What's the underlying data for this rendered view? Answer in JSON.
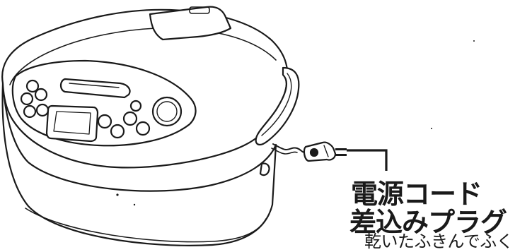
{
  "callout": {
    "title_line1": "電源コード",
    "title_line2": "差込みプラグ",
    "note": "乾いたふきんでふく"
  },
  "colors": {
    "ink": "#1a1a1a",
    "background": "#ffffff"
  },
  "icons": {
    "appliance": "rice-cooker-icon",
    "plug": "power-plug-icon"
  }
}
